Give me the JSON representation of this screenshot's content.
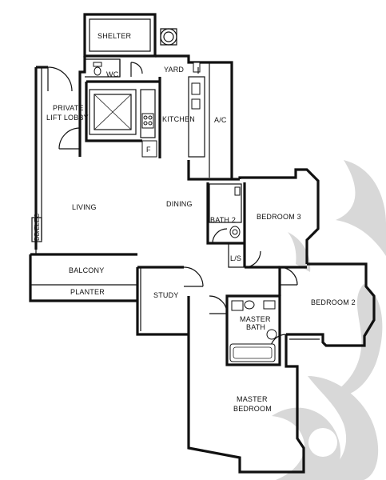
{
  "rooms": {
    "shelter": "SHELTER",
    "wc": "WC",
    "yard": "YARD",
    "private_lift_lobby_line1": "PRIVATE",
    "private_lift_lobby_line2": "LIFT LOBBY",
    "kitchen": "KITCHEN",
    "ac": "A/C",
    "fridge": "F",
    "living": "LIVING",
    "dining": "DINING",
    "bath2": "BATH 2",
    "bedroom3": "BEDROOM 3",
    "ls": "L/S",
    "balcony": "BALCONY",
    "planter": "PLANTER",
    "study": "STUDY",
    "bedroom2": "BEDROOM 2",
    "master_bath_line1": "MASTER",
    "master_bath_line2": "BATH",
    "master_bedroom_line1": "MASTER",
    "master_bedroom_line2": "BEDROOM",
    "small_side_label": "DB/ELEC"
  },
  "colors": {
    "line": "#111111",
    "watermark": "#d8d8d8",
    "background": "#ffffff"
  }
}
